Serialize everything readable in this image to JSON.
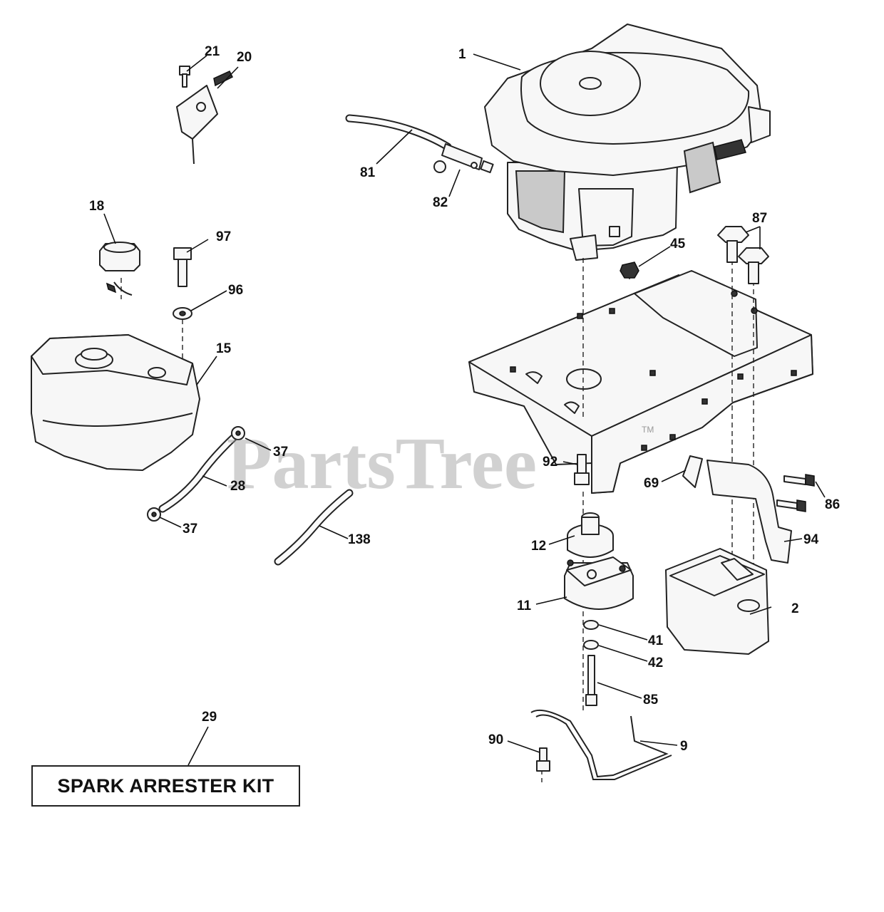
{
  "watermark": "PartsTree",
  "trademark": "TM",
  "kit_box_label": "SPARK ARRESTER KIT",
  "callouts": [
    {
      "id": "c1",
      "label": "1"
    },
    {
      "id": "c2",
      "label": "2"
    },
    {
      "id": "c9",
      "label": "9"
    },
    {
      "id": "c11",
      "label": "11"
    },
    {
      "id": "c12",
      "label": "12"
    },
    {
      "id": "c15",
      "label": "15"
    },
    {
      "id": "c18",
      "label": "18"
    },
    {
      "id": "c20",
      "label": "20"
    },
    {
      "id": "c21",
      "label": "21"
    },
    {
      "id": "c28",
      "label": "28"
    },
    {
      "id": "c29",
      "label": "29"
    },
    {
      "id": "c37a",
      "label": "37"
    },
    {
      "id": "c37b",
      "label": "37"
    },
    {
      "id": "c41",
      "label": "41"
    },
    {
      "id": "c42",
      "label": "42"
    },
    {
      "id": "c45",
      "label": "45"
    },
    {
      "id": "c69",
      "label": "69"
    },
    {
      "id": "c81",
      "label": "81"
    },
    {
      "id": "c82",
      "label": "82"
    },
    {
      "id": "c85",
      "label": "85"
    },
    {
      "id": "c86",
      "label": "86"
    },
    {
      "id": "c87",
      "label": "87"
    },
    {
      "id": "c90",
      "label": "90"
    },
    {
      "id": "c92",
      "label": "92"
    },
    {
      "id": "c94",
      "label": "94"
    },
    {
      "id": "c96",
      "label": "96"
    },
    {
      "id": "c97",
      "label": "97"
    },
    {
      "id": "c138",
      "label": "138"
    }
  ]
}
